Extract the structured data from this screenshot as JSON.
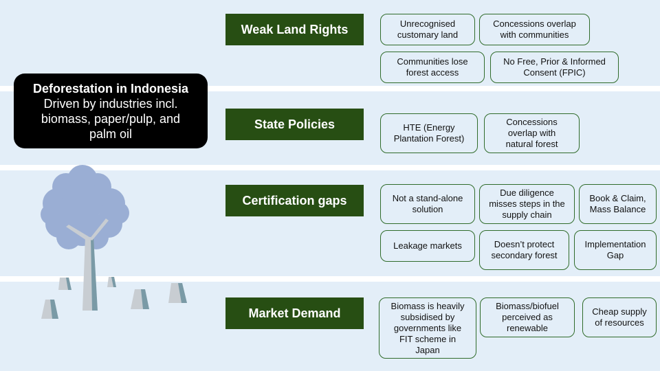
{
  "main": {
    "title": "Deforestation in Indonesia",
    "subtitle": "Driven by industries incl.\nbiomass, paper/pulp, and\npalm oil"
  },
  "categories": [
    {
      "label": "Weak Land Rights",
      "items": [
        "Unrecognised\ncustomary land",
        "Concessions overlap\nwith communities",
        "Communities lose\nforest access",
        "No Free, Prior & Informed\nConsent (FPIC)"
      ]
    },
    {
      "label": "State Policies",
      "items": [
        "HTE (Energy\nPlantation Forest)",
        "Concessions\noverlap with\nnatural forest"
      ]
    },
    {
      "label": "Certification gaps",
      "items": [
        "Not a stand-alone\nsolution",
        "Due diligence\nmisses steps in the\nsupply chain",
        "Book & Claim,\nMass Balance",
        "Leakage markets",
        "Doesn’t protect\nsecondary forest",
        "Implementation\nGap"
      ]
    },
    {
      "label": "Market Demand",
      "items": [
        "Biomass is heavily\nsubsidised by\ngovernments like\nFIT scheme in\nJapan",
        "Biomass/biofuel\nperceived as\nrenewable",
        "Cheap supply\nof resources"
      ]
    }
  ],
  "colors": {
    "background": "#e3eef8",
    "category_fill": "#274e13",
    "card_border": "#2f6b2a",
    "main_fill": "#000000",
    "tree_canopy": "#9aaed4",
    "trunk": "#c8cdd2",
    "trunk_shadow": "#7a9aa6"
  }
}
